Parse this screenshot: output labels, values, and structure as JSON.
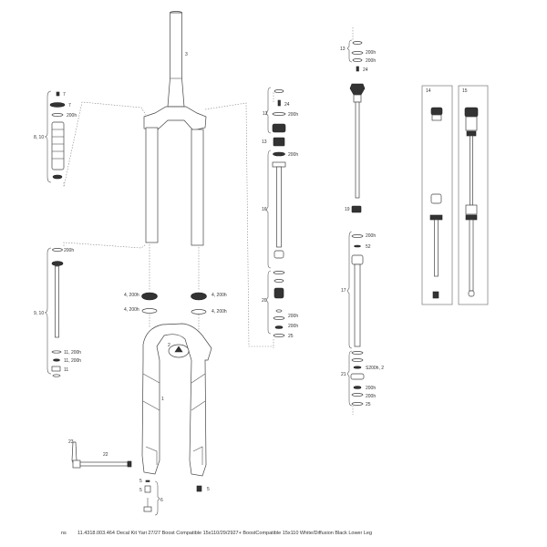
{
  "labels": {
    "steerer": "3",
    "top_cap_a": "7",
    "top_cap_b": "7",
    "top_left_grease": "200h",
    "air_group": "8, 10",
    "lower_left_grease": "200h",
    "air_shaft_group": "9, 10",
    "shaft_a": "11, 200h",
    "shaft_b": "11, 200h",
    "shaft_c": "11",
    "seal_left_1": "4, 200h",
    "seal_left_2": "4, 200h",
    "seal_right_1": "4, 200h",
    "seal_right_2": "4, 200h",
    "lower_leg": "1",
    "decal": "2",
    "axle": "22",
    "axle_lever": "23",
    "bolt_a": "5",
    "bolt_b": "5",
    "bolt_group": "6",
    "bolt_right": "5",
    "mid_group_12": "12",
    "mid_24": "24",
    "mid_200h_a": "200h",
    "mid_13": "13",
    "mid_200h_b": "200h",
    "mid_16": "16",
    "mid_20": "20",
    "mid_200h_c": "200h",
    "mid_200h_d": "200h",
    "mid_25": "25",
    "r_13": "13",
    "r_200h_a": "200h",
    "r_200h_b": "200h",
    "r_24": "24",
    "r_19": "19",
    "r_200h_c": "200h",
    "r_52": "52",
    "r_17": "17",
    "r_21": "21",
    "r_s200h": "S200h, 2",
    "r_200h_d": "200h",
    "r_200h_e": "200h",
    "r_25": "25",
    "box_14": "14",
    "box_15": "15"
  },
  "footer": {
    "qty": "ns",
    "part_number": "11.4318.003.464",
    "description": "Decal Kit Yari 27/27 Boost Compatible 15x110/29/2927+ BoostCompatible 15x110 White/Diffusion Black Lower Leg"
  }
}
